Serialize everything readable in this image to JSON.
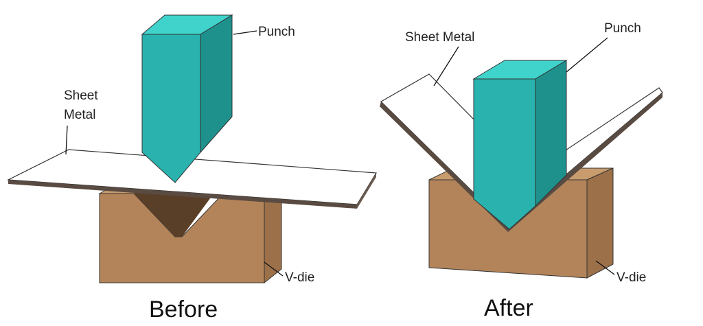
{
  "before": {
    "punch_label": "Punch",
    "sheet_label_line1": "Sheet",
    "sheet_label_line2": "Metal",
    "die_label": "V-die",
    "caption": "Before"
  },
  "after": {
    "punch_label": "Punch",
    "sheet_label": "Sheet Metal",
    "die_label": "V-die",
    "caption": "After"
  },
  "colors": {
    "punch_front": "#2ab3ae",
    "punch_top": "#3fd3cb",
    "punch_side": "#1f918d",
    "die_front": "#b3845a",
    "die_top": "#c99c6e",
    "die_side": "#9c7049",
    "sheet": "#ffffff"
  }
}
